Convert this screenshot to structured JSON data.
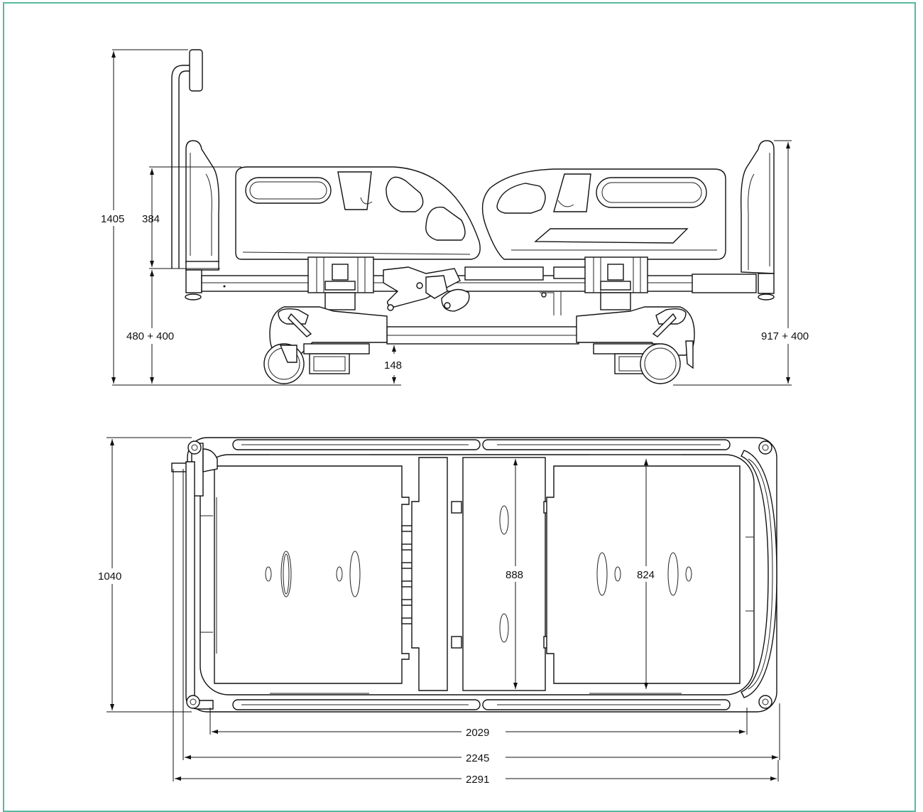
{
  "colors": {
    "frame": "#57b9a0",
    "line": "#111111"
  },
  "side_view": {
    "dims": {
      "total_height": "1405",
      "rail_height": "384",
      "height_left": "480 + 400",
      "height_right": "917 + 400",
      "ground_clearance": "148"
    }
  },
  "top_view": {
    "dims": {
      "width": "1040",
      "inner_width_a": "888",
      "inner_width_b": "824",
      "length_a": "2029",
      "length_b": "2245",
      "length_c": "2291"
    }
  }
}
